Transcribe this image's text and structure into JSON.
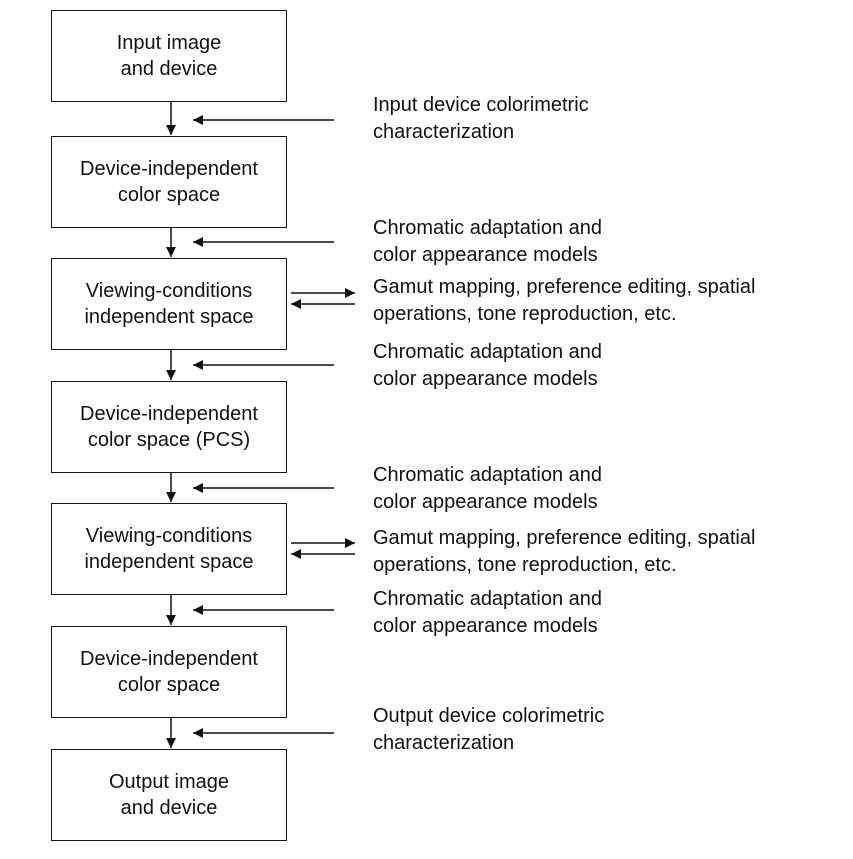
{
  "diagram": {
    "boxes": [
      {
        "line1": "Input image",
        "line2": "and device"
      },
      {
        "line1": "Device-independent",
        "line2": "color space"
      },
      {
        "line1": "Viewing-conditions",
        "line2": "independent space"
      },
      {
        "line1": "Device-independent",
        "line2": "color space (PCS)"
      },
      {
        "line1": "Viewing-conditions",
        "line2": "independent space"
      },
      {
        "line1": "Device-independent",
        "line2": "color space"
      },
      {
        "line1": "Output image",
        "line2": "and device"
      }
    ],
    "annotations": [
      {
        "line1": "Input device colorimetric",
        "line2": "characterization"
      },
      {
        "line1": "Chromatic adaptation and",
        "line2": "color appearance models"
      },
      {
        "line1": "Gamut mapping, preference editing, spatial",
        "line2": "operations, tone reproduction, etc."
      },
      {
        "line1": "Chromatic adaptation and",
        "line2": "color appearance models"
      },
      {
        "line1": "Chromatic adaptation and",
        "line2": "color appearance models"
      },
      {
        "line1": "Gamut mapping, preference editing, spatial",
        "line2": "operations, tone reproduction, etc."
      },
      {
        "line1": "Chromatic adaptation and",
        "line2": "color appearance models"
      },
      {
        "line1": "Output device colorimetric",
        "line2": "characterization"
      }
    ]
  }
}
